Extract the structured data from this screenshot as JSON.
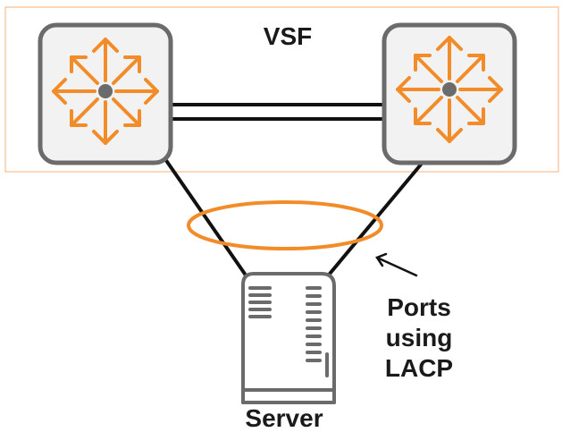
{
  "diagram": {
    "title": "VSF",
    "server_label": "Server",
    "annotation": {
      "line1": "Ports",
      "line2": "using",
      "line3": "LACP"
    },
    "colors": {
      "accent": "#f28c28",
      "switch_border": "#6b6b6b",
      "switch_fill": "#f2f2f2",
      "link": "#111111",
      "server_stroke": "#6b6b6b",
      "frame": "#f4b27a"
    },
    "icons": {
      "left_switch": "router-arrows-icon",
      "right_switch": "router-arrows-icon",
      "server": "server-tower-icon"
    }
  }
}
